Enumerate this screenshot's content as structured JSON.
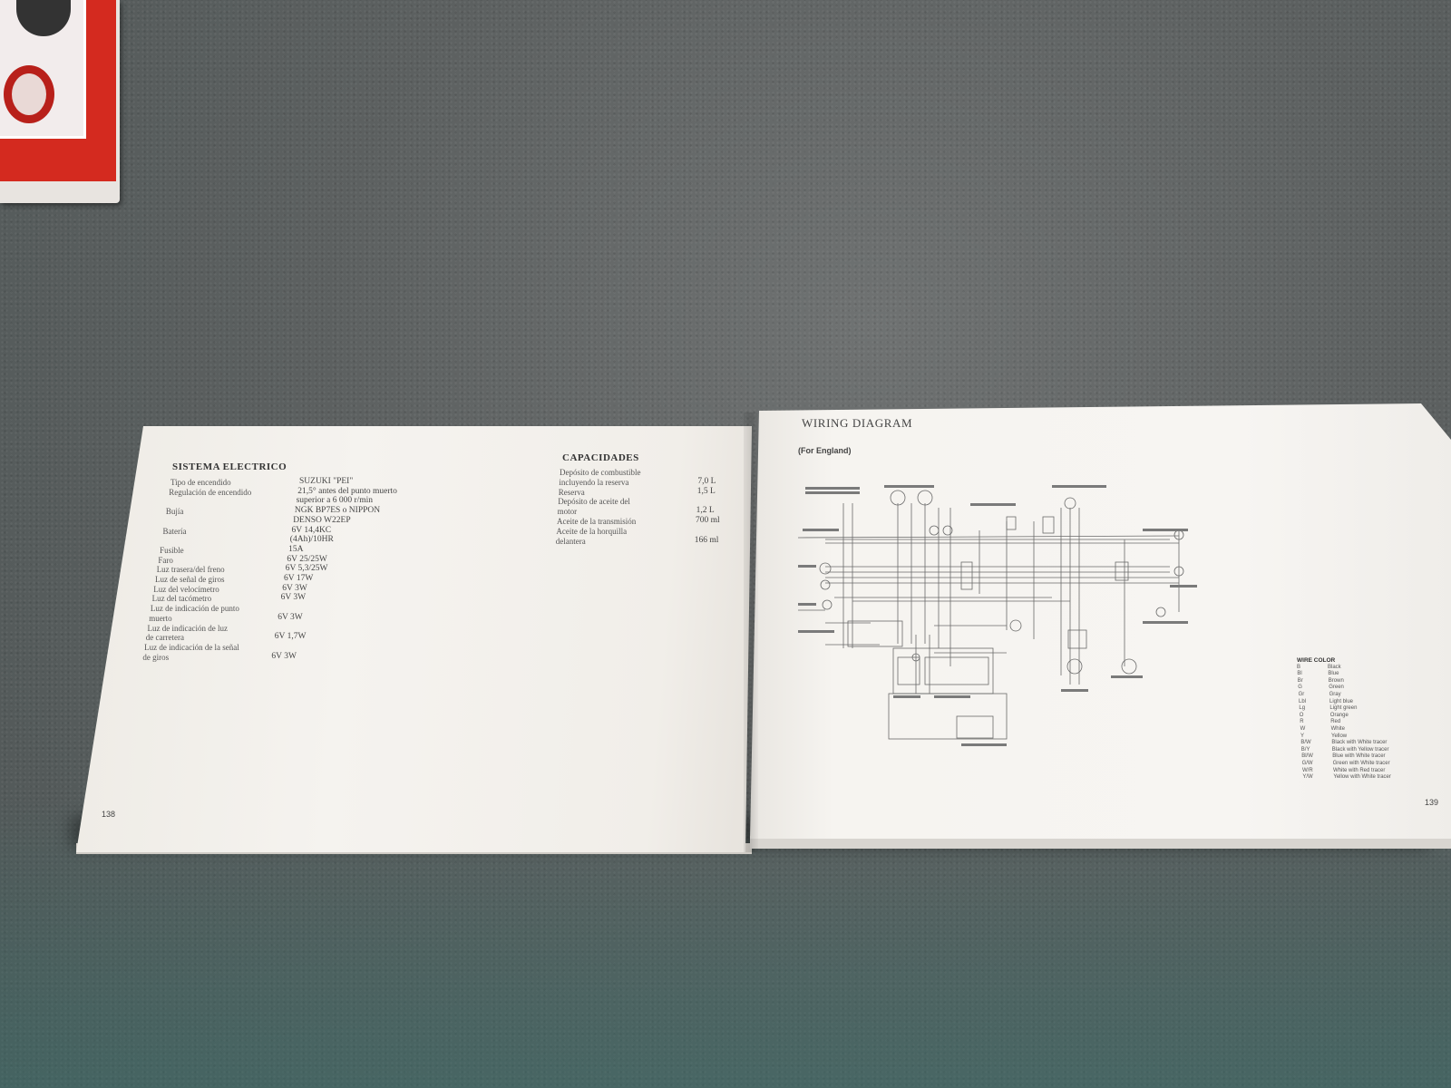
{
  "left_page": {
    "electrical": {
      "heading": "SISTEMA ELECTRICO",
      "rows": [
        {
          "label": "Tipo de encendido",
          "value": "SUZUKI \"PEI\""
        },
        {
          "label": "Regulación de encendido",
          "value": "21,5° antes del punto muerto"
        },
        {
          "label": "",
          "value": "superior a 6 000 r/min"
        },
        {
          "label": "Bujía",
          "value": "NGK BP7ES o NIPPON"
        },
        {
          "label": "",
          "value": "DENSO W22EP"
        },
        {
          "label": "Batería",
          "value": "6V 14,4KC"
        },
        {
          "label": "",
          "value": "(4Ah)/10HR"
        },
        {
          "label": "Fusible",
          "value": "15A"
        },
        {
          "label": "Faro",
          "value": "6V 25/25W"
        },
        {
          "label": "Luz trasera/del freno",
          "value": "6V 5,3/25W"
        },
        {
          "label": "Luz de señal de giros",
          "value": "6V 17W"
        },
        {
          "label": "Luz del velocímetro",
          "value": "6V 3W"
        },
        {
          "label": "Luz del tacómetro",
          "value": "6V 3W"
        },
        {
          "label": "Luz de indicación de punto",
          "value": ""
        },
        {
          "label": "muerto",
          "value": "6V 3W"
        },
        {
          "label": "Luz de indicación de luz",
          "value": ""
        },
        {
          "label": "de carretera",
          "value": "6V 1,7W"
        },
        {
          "label": "Luz de indicación de la señal",
          "value": ""
        },
        {
          "label": "de giros",
          "value": "6V 3W"
        }
      ]
    },
    "capacities": {
      "heading": "CAPACIDADES",
      "rows": [
        {
          "label": "Depósito de combustible",
          "value": ""
        },
        {
          "label": "incluyendo la reserva",
          "value": "7,0 L"
        },
        {
          "label": "Reserva",
          "value": "1,5 L"
        },
        {
          "label": "Depósito de aceite del",
          "value": ""
        },
        {
          "label": "motor",
          "value": "1,2 L"
        },
        {
          "label": "Aceite de la transmisión",
          "value": "700 ml"
        },
        {
          "label": "Aceite de la horquilla",
          "value": ""
        },
        {
          "label": "delantera",
          "value": "166 ml"
        }
      ]
    },
    "page_number": "138"
  },
  "right_page": {
    "title": "WIRING DIAGRAM",
    "subtitle": "(For England)",
    "legend": {
      "title": "WIRE COLOR",
      "items": [
        {
          "code": "B",
          "color": "Black"
        },
        {
          "code": "Bl",
          "color": "Blue"
        },
        {
          "code": "Br",
          "color": "Brown"
        },
        {
          "code": "G",
          "color": "Green"
        },
        {
          "code": "Gr",
          "color": "Gray"
        },
        {
          "code": "Lbl",
          "color": "Light blue"
        },
        {
          "code": "Lg",
          "color": "Light green"
        },
        {
          "code": "O",
          "color": "Orange"
        },
        {
          "code": "R",
          "color": "Red"
        },
        {
          "code": "W",
          "color": "White"
        },
        {
          "code": "Y",
          "color": "Yellow"
        },
        {
          "code": "B/W",
          "color": "Black with White tracer"
        },
        {
          "code": "B/Y",
          "color": "Black with Yellow tracer"
        },
        {
          "code": "Bl/W",
          "color": "Blue with White tracer"
        },
        {
          "code": "G/W",
          "color": "Green with White tracer"
        },
        {
          "code": "W/R",
          "color": "White with Red tracer"
        },
        {
          "code": "Y/W",
          "color": "Yellow with White tracer"
        }
      ]
    },
    "page_number": "139"
  }
}
